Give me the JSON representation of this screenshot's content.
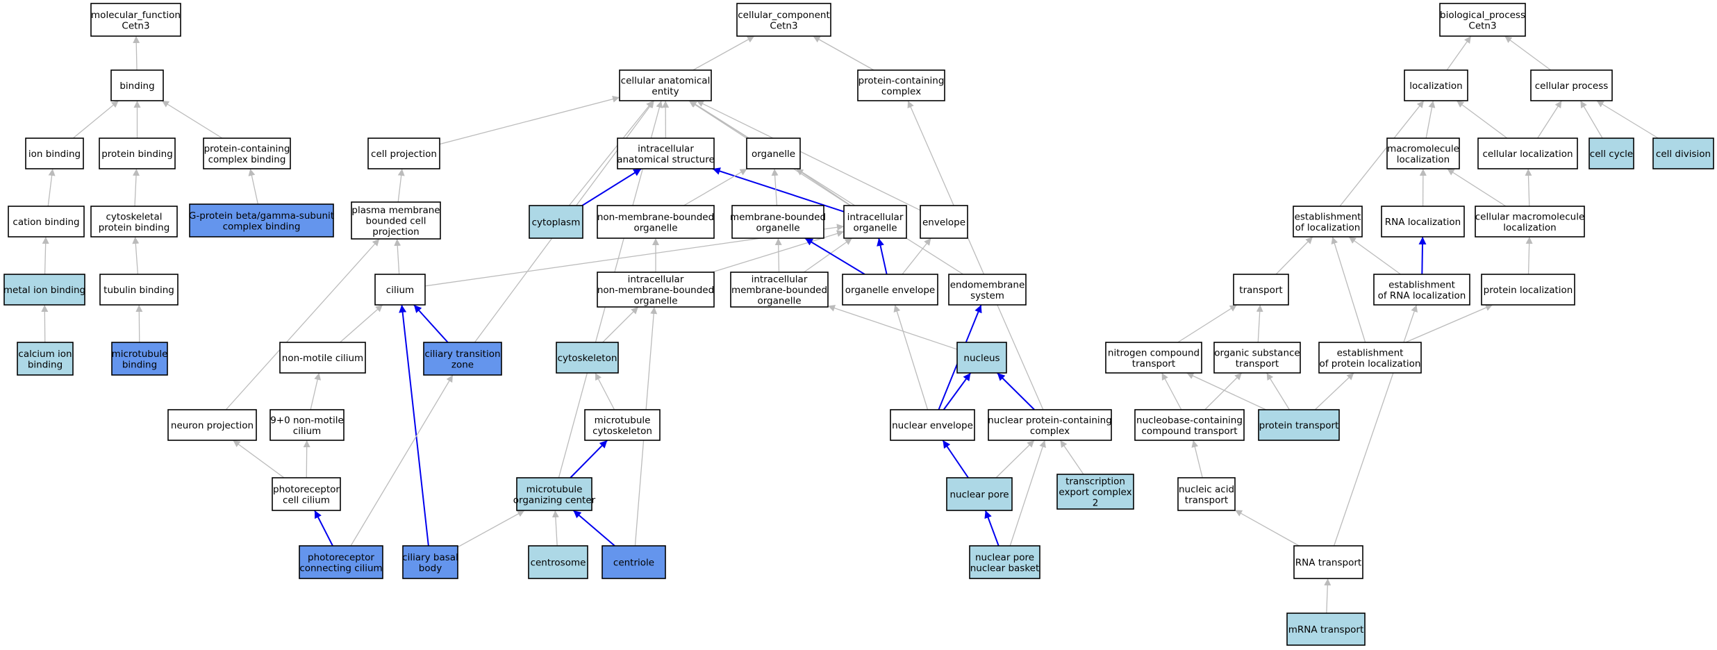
{
  "colors": {
    "plain": "#ffffff",
    "light": "#add8e6",
    "dark": "#6495ed",
    "edge_gray": "#bbbbbb",
    "edge_blue": "#0000ee"
  },
  "nodes": [
    {
      "id": "mf",
      "lines": [
        "molecular_function",
        "Cetn3"
      ],
      "fill": "plain"
    },
    {
      "id": "cc",
      "lines": [
        "cellular_component",
        "Cetn3"
      ],
      "fill": "plain"
    },
    {
      "id": "bp",
      "lines": [
        "biological_process",
        "Cetn3"
      ],
      "fill": "plain"
    },
    {
      "id": "binding",
      "lines": [
        "binding"
      ],
      "fill": "plain"
    },
    {
      "id": "cae",
      "lines": [
        "cellular anatomical",
        "entity"
      ],
      "fill": "plain"
    },
    {
      "id": "pcc",
      "lines": [
        "protein-containing",
        "complex"
      ],
      "fill": "plain"
    },
    {
      "id": "localization",
      "lines": [
        "localization"
      ],
      "fill": "plain"
    },
    {
      "id": "cellproc",
      "lines": [
        "cellular process"
      ],
      "fill": "plain"
    },
    {
      "id": "ionb",
      "lines": [
        "ion binding"
      ],
      "fill": "plain"
    },
    {
      "id": "protb",
      "lines": [
        "protein binding"
      ],
      "fill": "plain"
    },
    {
      "id": "pccb",
      "lines": [
        "protein-containing",
        "complex binding"
      ],
      "fill": "plain"
    },
    {
      "id": "cellproj",
      "lines": [
        "cell projection"
      ],
      "fill": "plain"
    },
    {
      "id": "ias",
      "lines": [
        "intracellular",
        "anatomical structure"
      ],
      "fill": "plain"
    },
    {
      "id": "organelle",
      "lines": [
        "organelle"
      ],
      "fill": "plain"
    },
    {
      "id": "macroloc",
      "lines": [
        "macromolecule",
        "localization"
      ],
      "fill": "plain"
    },
    {
      "id": "cellloc",
      "lines": [
        "cellular localization"
      ],
      "fill": "plain"
    },
    {
      "id": "cellcycle",
      "lines": [
        "cell cycle"
      ],
      "fill": "light"
    },
    {
      "id": "celldiv",
      "lines": [
        "cell division"
      ],
      "fill": "light"
    },
    {
      "id": "cationb",
      "lines": [
        "cation binding"
      ],
      "fill": "plain"
    },
    {
      "id": "cytoskb",
      "lines": [
        "cytoskeletal",
        "protein binding"
      ],
      "fill": "plain"
    },
    {
      "id": "gprot",
      "lines": [
        "G-protein beta/gamma-subunit",
        "complex binding"
      ],
      "fill": "dark"
    },
    {
      "id": "pmbcp",
      "lines": [
        "plasma membrane",
        "bounded cell",
        "projection"
      ],
      "fill": "plain"
    },
    {
      "id": "cytoplasm",
      "lines": [
        "cytoplasm"
      ],
      "fill": "light"
    },
    {
      "id": "nmbo",
      "lines": [
        "non-membrane-bounded",
        "organelle"
      ],
      "fill": "plain"
    },
    {
      "id": "mbo",
      "lines": [
        "membrane-bounded",
        "organelle"
      ],
      "fill": "plain"
    },
    {
      "id": "io",
      "lines": [
        "intracellular",
        "organelle"
      ],
      "fill": "plain"
    },
    {
      "id": "envelope",
      "lines": [
        "envelope"
      ],
      "fill": "plain"
    },
    {
      "id": "estloc",
      "lines": [
        "establishment",
        "of localization"
      ],
      "fill": "plain"
    },
    {
      "id": "rnaloc",
      "lines": [
        "RNA localization"
      ],
      "fill": "plain"
    },
    {
      "id": "cmloc",
      "lines": [
        "cellular macromolecule",
        "localization"
      ],
      "fill": "plain"
    },
    {
      "id": "metalb",
      "lines": [
        "metal ion binding"
      ],
      "fill": "light"
    },
    {
      "id": "tubb",
      "lines": [
        "tubulin binding"
      ],
      "fill": "plain"
    },
    {
      "id": "cilium",
      "lines": [
        "cilium"
      ],
      "fill": "plain"
    },
    {
      "id": "inmbo",
      "lines": [
        "intracellular",
        "non-membrane-bounded",
        "organelle"
      ],
      "fill": "plain"
    },
    {
      "id": "imbo",
      "lines": [
        "intracellular",
        "membrane-bounded",
        "organelle"
      ],
      "fill": "plain"
    },
    {
      "id": "orgenv",
      "lines": [
        "organelle envelope"
      ],
      "fill": "plain"
    },
    {
      "id": "endomem",
      "lines": [
        "endomembrane",
        "system"
      ],
      "fill": "plain"
    },
    {
      "id": "transport",
      "lines": [
        "transport"
      ],
      "fill": "plain"
    },
    {
      "id": "estrnaloc",
      "lines": [
        "establishment",
        "of RNA localization"
      ],
      "fill": "plain"
    },
    {
      "id": "protloc",
      "lines": [
        "protein localization"
      ],
      "fill": "plain"
    },
    {
      "id": "calciumb",
      "lines": [
        "calcium ion",
        "binding"
      ],
      "fill": "light"
    },
    {
      "id": "mtb",
      "lines": [
        "microtubule",
        "binding"
      ],
      "fill": "dark"
    },
    {
      "id": "nmcilium",
      "lines": [
        "non-motile cilium"
      ],
      "fill": "plain"
    },
    {
      "id": "ctz",
      "lines": [
        "ciliary transition",
        "zone"
      ],
      "fill": "dark"
    },
    {
      "id": "cytoskeleton",
      "lines": [
        "cytoskeleton"
      ],
      "fill": "light"
    },
    {
      "id": "nucleus",
      "lines": [
        "nucleus"
      ],
      "fill": "light"
    },
    {
      "id": "nct",
      "lines": [
        "nitrogen compound",
        "transport"
      ],
      "fill": "plain"
    },
    {
      "id": "ost",
      "lines": [
        "organic substance",
        "transport"
      ],
      "fill": "plain"
    },
    {
      "id": "estprotloc",
      "lines": [
        "establishment",
        "of protein localization"
      ],
      "fill": "plain"
    },
    {
      "id": "neuproj",
      "lines": [
        "neuron projection"
      ],
      "fill": "plain"
    },
    {
      "id": "nmc90",
      "lines": [
        "9+0 non-motile",
        "cilium"
      ],
      "fill": "plain"
    },
    {
      "id": "mtcyto",
      "lines": [
        "microtubule",
        "cytoskeleton"
      ],
      "fill": "plain"
    },
    {
      "id": "nucenv",
      "lines": [
        "nuclear envelope"
      ],
      "fill": "plain"
    },
    {
      "id": "npcc",
      "lines": [
        "nuclear protein-containing",
        "complex"
      ],
      "fill": "plain"
    },
    {
      "id": "nbct",
      "lines": [
        "nucleobase-containing",
        "compound transport"
      ],
      "fill": "plain"
    },
    {
      "id": "prottransport",
      "lines": [
        "protein transport"
      ],
      "fill": "light"
    },
    {
      "id": "pcc_cilium",
      "lines": [
        "photoreceptor",
        "cell cilium"
      ],
      "fill": "plain"
    },
    {
      "id": "mtoc",
      "lines": [
        "microtubule",
        "organizing center"
      ],
      "fill": "light"
    },
    {
      "id": "nucpore",
      "lines": [
        "nuclear pore"
      ],
      "fill": "light"
    },
    {
      "id": "tec2",
      "lines": [
        "transcription",
        "export complex",
        "2"
      ],
      "fill": "light"
    },
    {
      "id": "nat",
      "lines": [
        "nucleic acid",
        "transport"
      ],
      "fill": "plain"
    },
    {
      "id": "pconcil",
      "lines": [
        "photoreceptor",
        "connecting cilium"
      ],
      "fill": "dark"
    },
    {
      "id": "cbb",
      "lines": [
        "ciliary basal",
        "body"
      ],
      "fill": "dark"
    },
    {
      "id": "centrosome",
      "lines": [
        "centrosome"
      ],
      "fill": "light"
    },
    {
      "id": "centriole",
      "lines": [
        "centriole"
      ],
      "fill": "dark"
    },
    {
      "id": "npnb",
      "lines": [
        "nuclear pore",
        "nuclear basket"
      ],
      "fill": "light"
    },
    {
      "id": "rnatransport",
      "lines": [
        "RNA transport"
      ],
      "fill": "plain"
    },
    {
      "id": "mrnatransport",
      "lines": [
        "mRNA transport"
      ],
      "fill": "light"
    }
  ],
  "edges": [
    [
      "binding",
      "mf",
      "gray"
    ],
    [
      "cae",
      "cc",
      "gray"
    ],
    [
      "pcc",
      "cc",
      "gray"
    ],
    [
      "localization",
      "bp",
      "gray"
    ],
    [
      "cellproc",
      "bp",
      "gray"
    ],
    [
      "ionb",
      "binding",
      "gray"
    ],
    [
      "protb",
      "binding",
      "gray"
    ],
    [
      "pccb",
      "binding",
      "gray"
    ],
    [
      "cationb",
      "ionb",
      "gray"
    ],
    [
      "cytoskb",
      "protb",
      "gray"
    ],
    [
      "gprot",
      "pccb",
      "gray"
    ],
    [
      "metalb",
      "cationb",
      "gray"
    ],
    [
      "tubb",
      "cytoskb",
      "gray"
    ],
    [
      "calciumb",
      "metalb",
      "gray"
    ],
    [
      "mtb",
      "tubb",
      "gray"
    ],
    [
      "cellproj",
      "cae",
      "gray"
    ],
    [
      "ias",
      "cae",
      "gray"
    ],
    [
      "organelle",
      "cae",
      "gray"
    ],
    [
      "cytoplasm",
      "cae",
      "gray"
    ],
    [
      "ctz",
      "cae",
      "gray"
    ],
    [
      "mtoc",
      "cae",
      "gray"
    ],
    [
      "envelope",
      "cae",
      "gray"
    ],
    [
      "endomem",
      "cae",
      "gray"
    ],
    [
      "io",
      "cae",
      "gray"
    ],
    [
      "cytoplasm",
      "ias",
      "blue"
    ],
    [
      "io",
      "ias",
      "blue"
    ],
    [
      "nmbo",
      "organelle",
      "gray"
    ],
    [
      "mbo",
      "organelle",
      "gray"
    ],
    [
      "io",
      "organelle",
      "gray"
    ],
    [
      "pmbcp",
      "cellproj",
      "gray"
    ],
    [
      "cilium",
      "pmbcp",
      "gray"
    ],
    [
      "neuproj",
      "pmbcp",
      "gray"
    ],
    [
      "cilium",
      "io",
      "gray"
    ],
    [
      "inmbo",
      "io",
      "gray"
    ],
    [
      "imbo",
      "io",
      "gray"
    ],
    [
      "orgenv",
      "io",
      "blue"
    ],
    [
      "orgenv",
      "mbo",
      "blue"
    ],
    [
      "orgenv",
      "envelope",
      "gray"
    ],
    [
      "imbo",
      "mbo",
      "gray"
    ],
    [
      "inmbo",
      "nmbo",
      "gray"
    ],
    [
      "nmcilium",
      "cilium",
      "gray"
    ],
    [
      "ctz",
      "cilium",
      "blue"
    ],
    [
      "cbb",
      "cilium",
      "blue"
    ],
    [
      "nmc90",
      "nmcilium",
      "gray"
    ],
    [
      "pcc_cilium",
      "nmc90",
      "gray"
    ],
    [
      "pcc_cilium",
      "neuproj",
      "gray"
    ],
    [
      "pconcil",
      "pcc_cilium",
      "blue"
    ],
    [
      "pconcil",
      "ctz",
      "gray"
    ],
    [
      "cytoskeleton",
      "inmbo",
      "gray"
    ],
    [
      "centriole",
      "inmbo",
      "gray"
    ],
    [
      "mtcyto",
      "cytoskeleton",
      "gray"
    ],
    [
      "mtoc",
      "mtcyto",
      "blue"
    ],
    [
      "cbb",
      "mtoc",
      "gray"
    ],
    [
      "centrosome",
      "mtoc",
      "gray"
    ],
    [
      "centriole",
      "mtoc",
      "blue"
    ],
    [
      "nucleus",
      "imbo",
      "gray"
    ],
    [
      "nucenv",
      "orgenv",
      "gray"
    ],
    [
      "nucenv",
      "endomem",
      "blue"
    ],
    [
      "nucenv",
      "nucleus",
      "blue"
    ],
    [
      "npcc",
      "nucleus",
      "blue"
    ],
    [
      "npcc",
      "pcc",
      "gray"
    ],
    [
      "nucpore",
      "nucenv",
      "blue"
    ],
    [
      "nucpore",
      "npcc",
      "gray"
    ],
    [
      "tec2",
      "npcc",
      "gray"
    ],
    [
      "npnb",
      "nucpore",
      "blue"
    ],
    [
      "npnb",
      "npcc",
      "gray"
    ],
    [
      "macroloc",
      "localization",
      "gray"
    ],
    [
      "cellloc",
      "localization",
      "gray"
    ],
    [
      "estloc",
      "localization",
      "gray"
    ],
    [
      "cellloc",
      "cellproc",
      "gray"
    ],
    [
      "cellcycle",
      "cellproc",
      "gray"
    ],
    [
      "celldiv",
      "cellproc",
      "gray"
    ],
    [
      "rnaloc",
      "macroloc",
      "gray"
    ],
    [
      "cmloc",
      "macroloc",
      "gray"
    ],
    [
      "cmloc",
      "cellloc",
      "gray"
    ],
    [
      "protloc",
      "cmloc",
      "gray"
    ],
    [
      "transport",
      "estloc",
      "gray"
    ],
    [
      "estrnaloc",
      "estloc",
      "gray"
    ],
    [
      "estprotloc",
      "estloc",
      "gray"
    ],
    [
      "estrnaloc",
      "rnaloc",
      "blue"
    ],
    [
      "estprotloc",
      "protloc",
      "gray"
    ],
    [
      "nct",
      "transport",
      "gray"
    ],
    [
      "ost",
      "transport",
      "gray"
    ],
    [
      "nbct",
      "nct",
      "gray"
    ],
    [
      "prottransport",
      "nct",
      "gray"
    ],
    [
      "nbct",
      "ost",
      "gray"
    ],
    [
      "prottransport",
      "ost",
      "gray"
    ],
    [
      "prottransport",
      "estprotloc",
      "gray"
    ],
    [
      "nat",
      "nbct",
      "gray"
    ],
    [
      "rnatransport",
      "nat",
      "gray"
    ],
    [
      "rnatransport",
      "estrnaloc",
      "gray"
    ],
    [
      "mrnatransport",
      "rnatransport",
      "gray"
    ]
  ]
}
